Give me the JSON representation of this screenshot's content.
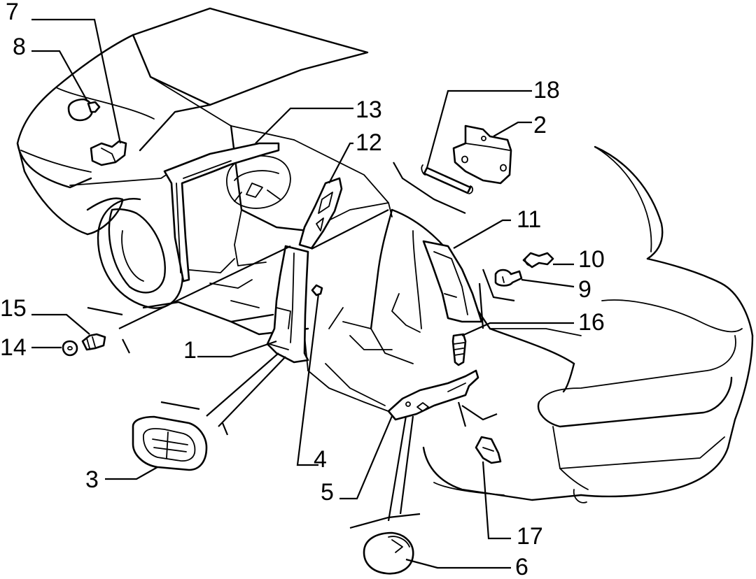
{
  "diagram": {
    "callouts": [
      "1",
      "2",
      "3",
      "4",
      "5",
      "6",
      "7",
      "8",
      "9",
      "10",
      "11",
      "12",
      "13",
      "14",
      "15",
      "16",
      "17",
      "18"
    ]
  },
  "colors": {
    "ink": "#000000",
    "paper": "#ffffff"
  }
}
